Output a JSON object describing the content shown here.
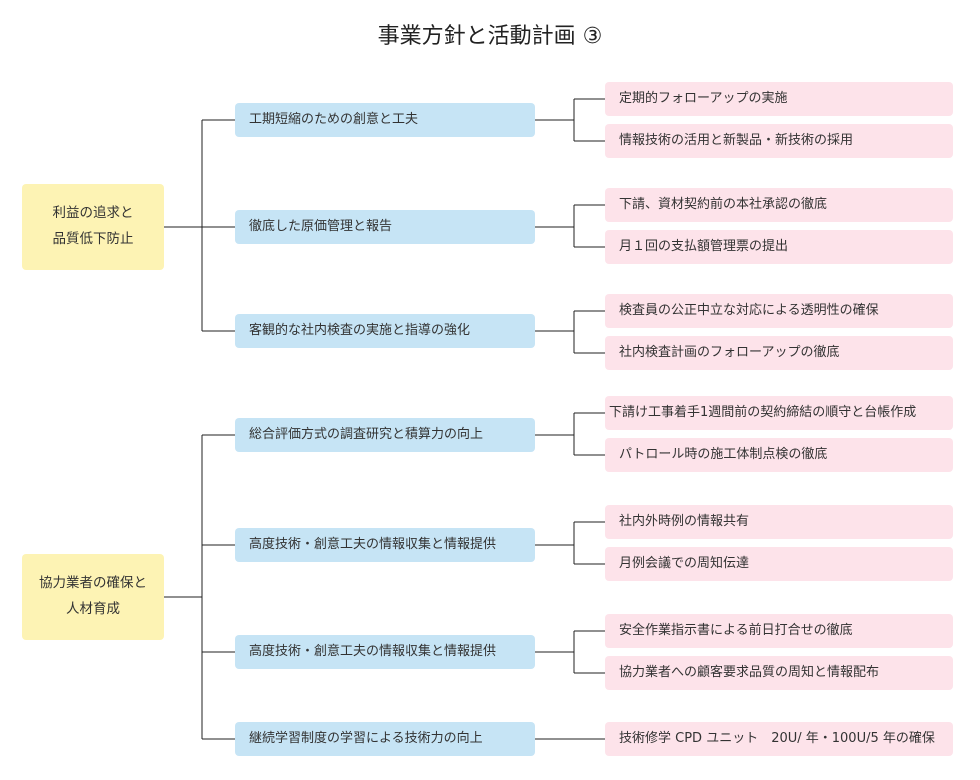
{
  "title": "事業方針と活動計画 ③",
  "colors": {
    "root_box": "#fdf3b4",
    "mid_box": "#c6e4f5",
    "leaf_box": "#fde3ea",
    "connector": "#222222"
  },
  "groups": [
    {
      "root": [
        "利益の追求と",
        "品質低下防止"
      ],
      "items": [
        {
          "label": "工期短縮のための創意と工夫",
          "leaves": [
            "定期的フォローアップの実施",
            "情報技術の活用と新製品・新技術の採用"
          ]
        },
        {
          "label": "徹底した原価管理と報告",
          "leaves": [
            "下請、資材契約前の本社承認の徹底",
            "月１回の支払額管理票の提出"
          ]
        },
        {
          "label": "客観的な社内検査の実施と指導の強化",
          "leaves": [
            "検査員の公正中立な対応による透明性の確保",
            "社内検査計画のフォローアップの徹底"
          ]
        }
      ]
    },
    {
      "root": [
        "協力業者の確保と",
        "人材育成"
      ],
      "items": [
        {
          "label": "総合評価方式の調査研究と積算力の向上",
          "leaves": [
            "下請け工事着手1週間前の契約締結の順守と台帳作成",
            "パトロール時の施工体制点検の徹底"
          ]
        },
        {
          "label": "高度技術・創意工夫の情報収集と情報提供",
          "leaves": [
            "社内外時例の情報共有",
            "月例会議での周知伝達"
          ]
        },
        {
          "label": "高度技術・創意工夫の情報収集と情報提供",
          "leaves": [
            "安全作業指示書による前日打合せの徹底",
            "協力業者への顧客要求品質の周知と情報配布"
          ]
        },
        {
          "label": "継続学習制度の学習による技術力の向上",
          "leaves": [
            "技術修学 CPD ユニット　20U/ 年・100U/5 年の確保"
          ]
        }
      ]
    }
  ]
}
